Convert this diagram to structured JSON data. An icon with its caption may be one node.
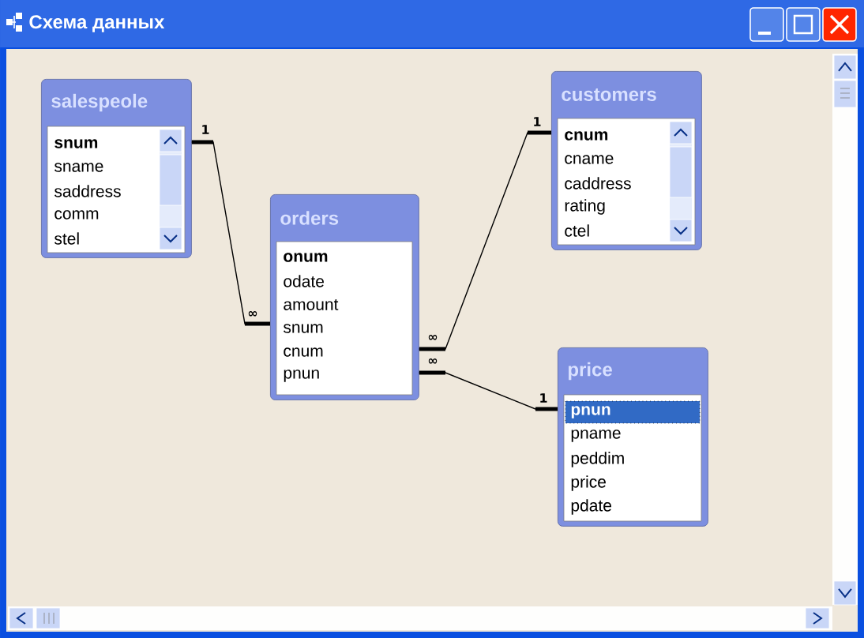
{
  "diagram": {
    "title": "Схема данных",
    "nodes": [
      {
        "text": [
          "salespeole",
          "snum",
          "sname",
          "saddress",
          "comm",
          "stel"
        ]
      },
      {
        "text": [
          "orders",
          "onum",
          "odate",
          "amount",
          "snum",
          "cnum",
          "pnun"
        ]
      },
      {
        "text": [
          "customers",
          "cnum",
          "cname",
          "caddress",
          "rating",
          "ctel"
        ]
      },
      {
        "text": [
          "price",
          "pnun",
          "pname",
          "peddim",
          "price",
          "pdate"
        ]
      }
    ],
    "edges": [
      {
        "from": 0,
        "to": 1,
        "arrow": "none"
      },
      {
        "from": 2,
        "to": 1,
        "arrow": "none"
      },
      {
        "from": 3,
        "to": 1,
        "arrow": "none"
      }
    ],
    "labels": [
      "1",
      "1",
      "∞",
      "∞",
      "∞",
      "1"
    ]
  }
}
